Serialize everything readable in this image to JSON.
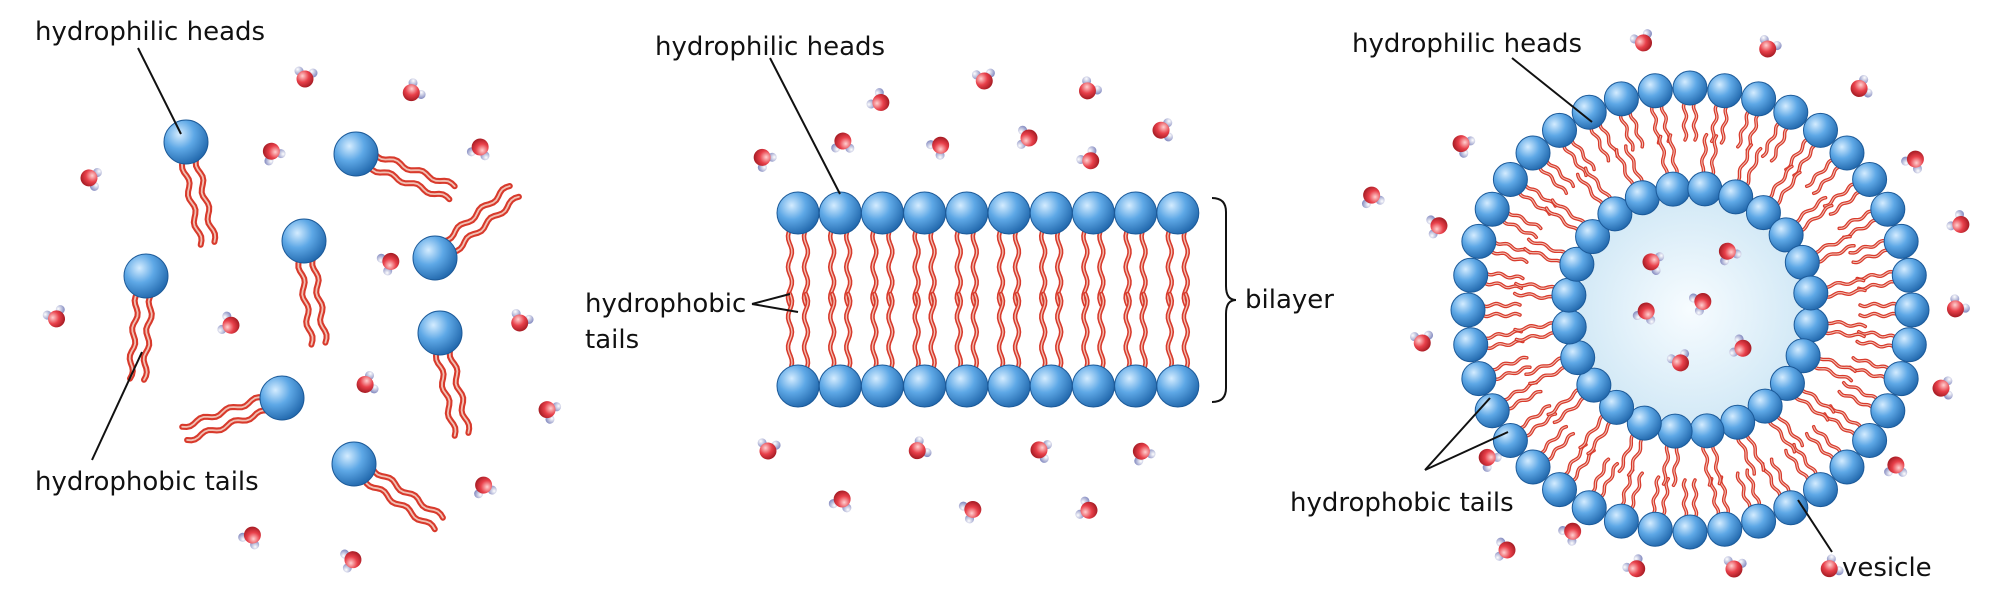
{
  "panels": {
    "free_lipids": {
      "heads_label": "hydrophilic heads",
      "tails_label": "hydrophobic tails"
    },
    "bilayer": {
      "heads_label": "hydrophilic heads",
      "tails_label_line1": "hydrophobic",
      "tails_label_line2": "tails",
      "bracket_label": "bilayer"
    },
    "vesicle": {
      "heads_label": "hydrophilic heads",
      "tails_label": "hydrophobic tails",
      "vesicle_label": "vesicle"
    }
  },
  "colors": {
    "head": "#3d8bd1",
    "head_highlight": "#d4ecff",
    "tail": "#d83a2c",
    "tail_inner": "#f6d9cc",
    "water_oxygen": "#e0303a",
    "water_hydrogen": "#a8aed8",
    "vesicle_core": "#e3f1fa"
  },
  "icons": [
    "lipid-molecule-icon",
    "water-molecule-icon"
  ]
}
